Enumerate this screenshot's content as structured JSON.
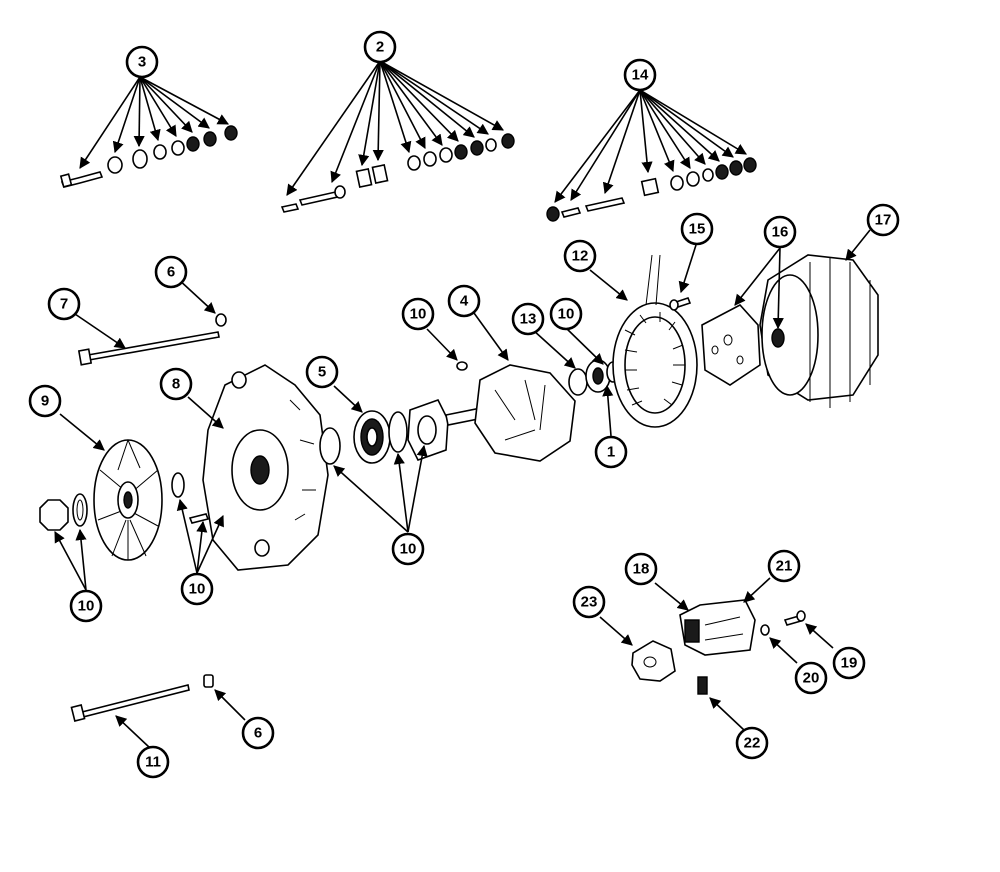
{
  "diagram": {
    "callouts": [
      {
        "id": "c3",
        "label": "3"
      },
      {
        "id": "c2",
        "label": "2"
      },
      {
        "id": "c14",
        "label": "14"
      },
      {
        "id": "c15",
        "label": "15"
      },
      {
        "id": "c12",
        "label": "12"
      },
      {
        "id": "c16",
        "label": "16"
      },
      {
        "id": "c17",
        "label": "17"
      },
      {
        "id": "c6a",
        "label": "6"
      },
      {
        "id": "c7",
        "label": "7"
      },
      {
        "id": "c10a",
        "label": "10"
      },
      {
        "id": "c4",
        "label": "4"
      },
      {
        "id": "c13",
        "label": "13"
      },
      {
        "id": "c10b",
        "label": "10"
      },
      {
        "id": "c9",
        "label": "9"
      },
      {
        "id": "c8",
        "label": "8"
      },
      {
        "id": "c5",
        "label": "5"
      },
      {
        "id": "c1",
        "label": "1"
      },
      {
        "id": "c10c",
        "label": "10"
      },
      {
        "id": "c10d",
        "label": "10"
      },
      {
        "id": "c10e",
        "label": "10"
      },
      {
        "id": "c18",
        "label": "18"
      },
      {
        "id": "c21",
        "label": "21"
      },
      {
        "id": "c23",
        "label": "23"
      },
      {
        "id": "c19",
        "label": "19"
      },
      {
        "id": "c20",
        "label": "20"
      },
      {
        "id": "c6b",
        "label": "6"
      },
      {
        "id": "c22",
        "label": "22"
      },
      {
        "id": "c11",
        "label": "11"
      }
    ]
  }
}
